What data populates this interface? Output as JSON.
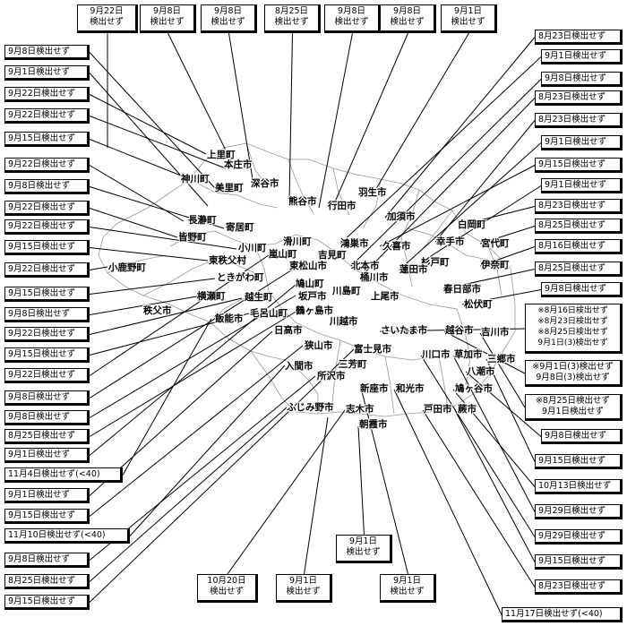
{
  "map": {
    "municipalities": [
      {
        "id": "kamisato",
        "name": "上里町"
      },
      {
        "id": "honjo",
        "name": "本庄市"
      },
      {
        "id": "kamikawa",
        "name": "神川町"
      },
      {
        "id": "misato",
        "name": "美里町"
      },
      {
        "id": "fukaya",
        "name": "深谷市"
      },
      {
        "id": "kumagaya",
        "name": "熊谷市"
      },
      {
        "id": "gyoda",
        "name": "行田市"
      },
      {
        "id": "hanyu",
        "name": "羽生市"
      },
      {
        "id": "kazo",
        "name": "加須市"
      },
      {
        "id": "nagatoro",
        "name": "長瀞町"
      },
      {
        "id": "yorii",
        "name": "寄居町"
      },
      {
        "id": "minano",
        "name": "皆野町"
      },
      {
        "id": "namegawa",
        "name": "滑川町"
      },
      {
        "id": "kounosu",
        "name": "鴻巣市"
      },
      {
        "id": "kuki",
        "name": "久喜市"
      },
      {
        "id": "satte",
        "name": "幸手市"
      },
      {
        "id": "sugito",
        "name": "杉戸町"
      },
      {
        "id": "shiraoka",
        "name": "白岡町"
      },
      {
        "id": "miyashiro",
        "name": "宮代町"
      },
      {
        "id": "ogawa",
        "name": "小川町"
      },
      {
        "id": "ranzan",
        "name": "嵐山町"
      },
      {
        "id": "yoshimi",
        "name": "吉見町"
      },
      {
        "id": "kitamoto",
        "name": "北本市"
      },
      {
        "id": "okegawa",
        "name": "桶川市"
      },
      {
        "id": "hasuda",
        "name": "蓮田市"
      },
      {
        "id": "kasukabe",
        "name": "春日部市"
      },
      {
        "id": "ina",
        "name": "伊奈町"
      },
      {
        "id": "kitachichibu",
        "name": "東秩父村"
      },
      {
        "id": "kohigashi",
        "name": "東松山市"
      },
      {
        "id": "ogano",
        "name": "小鹿野町"
      },
      {
        "id": "tokigawa",
        "name": "ときがわ町"
      },
      {
        "id": "hatoyama",
        "name": "鳩山町"
      },
      {
        "id": "sakado",
        "name": "坂戸市"
      },
      {
        "id": "kawajima",
        "name": "川島町"
      },
      {
        "id": "ageo",
        "name": "上尾市"
      },
      {
        "id": "matsubushi",
        "name": "松伏町"
      },
      {
        "id": "yokoze",
        "name": "横瀬町"
      },
      {
        "id": "ogose",
        "name": "越生町"
      },
      {
        "id": "chichibu",
        "name": "秩父市"
      },
      {
        "id": "moroyama",
        "name": "毛呂山町"
      },
      {
        "id": "tsurugashima",
        "name": "鶴ヶ島市"
      },
      {
        "id": "hanno",
        "name": "飯能市"
      },
      {
        "id": "hidaka",
        "name": "日高市"
      },
      {
        "id": "kawagoe",
        "name": "川越市"
      },
      {
        "id": "saitama",
        "name": "さいたま市"
      },
      {
        "id": "koshigaya",
        "name": "越谷市"
      },
      {
        "id": "yoshikawa",
        "name": "吉川市"
      },
      {
        "id": "sayama",
        "name": "狭山市"
      },
      {
        "id": "fujimi",
        "name": "富士見市"
      },
      {
        "id": "kawaguchi",
        "name": "川口市"
      },
      {
        "id": "soka",
        "name": "草加市"
      },
      {
        "id": "misato2",
        "name": "三郷市"
      },
      {
        "id": "yashio",
        "name": "八潮市"
      },
      {
        "id": "iruma",
        "name": "入間市"
      },
      {
        "id": "miyoshi",
        "name": "三芳町"
      },
      {
        "id": "tokorozawa",
        "name": "所沢市"
      },
      {
        "id": "hatogaya",
        "name": "鳩ヶ谷市"
      },
      {
        "id": "niiza",
        "name": "新座市"
      },
      {
        "id": "wako",
        "name": "和光市"
      },
      {
        "id": "toda",
        "name": "戸田市"
      },
      {
        "id": "warabi",
        "name": "蕨市"
      },
      {
        "id": "fujimino",
        "name": "ふじみ野市"
      },
      {
        "id": "shiki",
        "name": "志木市"
      },
      {
        "id": "asaka",
        "name": "朝霞市"
      }
    ],
    "labels": [
      {
        "id": "t1",
        "lines": [
          "9月22日",
          "検出せず"
        ]
      },
      {
        "id": "t2",
        "lines": [
          "9月8日",
          "検出せず"
        ]
      },
      {
        "id": "t3",
        "lines": [
          "9月8日",
          "検出せず"
        ]
      },
      {
        "id": "t4",
        "lines": [
          "8月25日",
          "検出せず"
        ]
      },
      {
        "id": "t5",
        "lines": [
          "9月8日",
          "検出せず"
        ]
      },
      {
        "id": "t6",
        "lines": [
          "9月8日",
          "検出せず"
        ]
      },
      {
        "id": "t7",
        "lines": [
          "9月1日",
          "検出せず"
        ]
      },
      {
        "id": "l1",
        "lines": [
          "9月8日検出せず"
        ]
      },
      {
        "id": "l2",
        "lines": [
          "9月1日検出せず"
        ]
      },
      {
        "id": "l3",
        "lines": [
          "9月22日検出せず"
        ]
      },
      {
        "id": "l4",
        "lines": [
          "9月22日検出せず"
        ]
      },
      {
        "id": "l5",
        "lines": [
          "9月15日検出せず"
        ]
      },
      {
        "id": "l6",
        "lines": [
          "9月22日検出せず"
        ]
      },
      {
        "id": "l7",
        "lines": [
          "9月8日検出せず"
        ]
      },
      {
        "id": "l8",
        "lines": [
          "9月22日検出せず"
        ]
      },
      {
        "id": "l9",
        "lines": [
          "9月22日検出せず"
        ]
      },
      {
        "id": "l10",
        "lines": [
          "9月15日検出せず"
        ]
      },
      {
        "id": "l11",
        "lines": [
          "9月22日検出せず"
        ]
      },
      {
        "id": "l12",
        "lines": [
          "9月15日検出せず"
        ]
      },
      {
        "id": "l13",
        "lines": [
          "9月8日検出せず"
        ]
      },
      {
        "id": "l14",
        "lines": [
          "9月22日検出せず"
        ]
      },
      {
        "id": "l15",
        "lines": [
          "9月15日検出せず"
        ]
      },
      {
        "id": "l16",
        "lines": [
          "9月22日検出せず"
        ]
      },
      {
        "id": "l17",
        "lines": [
          "9月8日検出せず"
        ]
      },
      {
        "id": "l18",
        "lines": [
          "9月8日検出せず"
        ]
      },
      {
        "id": "l19",
        "lines": [
          "8月25日検出せず"
        ]
      },
      {
        "id": "l20",
        "lines": [
          "9月1日検出せず"
        ]
      },
      {
        "id": "l21",
        "lines": [
          "11月4日検出せず(<40)"
        ]
      },
      {
        "id": "l22",
        "lines": [
          "9月1日検出せず"
        ]
      },
      {
        "id": "l23",
        "lines": [
          "9月15日検出せず"
        ]
      },
      {
        "id": "l24",
        "lines": [
          "11月10日検出せず(<40)"
        ]
      },
      {
        "id": "l25",
        "lines": [
          "9月8日検出せず"
        ]
      },
      {
        "id": "l26",
        "lines": [
          "8月25日検出せず"
        ]
      },
      {
        "id": "l27",
        "lines": [
          "9月15日検出せず"
        ]
      },
      {
        "id": "r1",
        "lines": [
          "8月23日検出せず"
        ]
      },
      {
        "id": "r2",
        "lines": [
          "9月1日検出せず"
        ]
      },
      {
        "id": "r3",
        "lines": [
          "9月8日検出せず"
        ]
      },
      {
        "id": "r4",
        "lines": [
          "8月23日検出せず"
        ]
      },
      {
        "id": "r5",
        "lines": [
          "8月23日検出せず"
        ]
      },
      {
        "id": "r6",
        "lines": [
          "9月1日検出せず"
        ]
      },
      {
        "id": "r7",
        "lines": [
          "9月15日検出せず"
        ]
      },
      {
        "id": "r8",
        "lines": [
          "9月1日検出せず"
        ]
      },
      {
        "id": "r9",
        "lines": [
          "8月23日検出せず"
        ]
      },
      {
        "id": "r10",
        "lines": [
          "8月25日検出せず"
        ]
      },
      {
        "id": "r11",
        "lines": [
          "8月16日検出せず"
        ]
      },
      {
        "id": "r12",
        "lines": [
          "8月25日検出せず"
        ]
      },
      {
        "id": "r13",
        "lines": [
          "9月8日検出せず"
        ]
      },
      {
        "id": "r14",
        "lines": [
          "※8月16日検出せず",
          "※8月23日検出せず",
          "※8月25日検出せず",
          "9月1日(3)検出せず"
        ]
      },
      {
        "id": "r15",
        "lines": [
          "※9月1日(3)検出せず",
          "9月8日(3)検出せず"
        ]
      },
      {
        "id": "r16",
        "lines": [
          "※8月25日検出せず",
          "9月1日検出せず"
        ]
      },
      {
        "id": "r17",
        "lines": [
          "9月8日検出せず"
        ]
      },
      {
        "id": "r18",
        "lines": [
          "9月15日検出せず"
        ]
      },
      {
        "id": "r19",
        "lines": [
          "10月13日検出せず"
        ]
      },
      {
        "id": "r20",
        "lines": [
          "9月29日検出せず"
        ]
      },
      {
        "id": "r21",
        "lines": [
          "9月29日検出せず"
        ]
      },
      {
        "id": "r22",
        "lines": [
          "9月15日検出せず"
        ]
      },
      {
        "id": "r23",
        "lines": [
          "8月23日検出せず"
        ]
      },
      {
        "id": "r24",
        "lines": [
          "11月17日検出せず(<40)"
        ]
      },
      {
        "id": "b1",
        "lines": [
          "9月1日",
          "検出せず"
        ]
      },
      {
        "id": "b2",
        "lines": [
          "10月20日",
          "検出せず"
        ]
      },
      {
        "id": "b3",
        "lines": [
          "9月1日",
          "検出せず"
        ]
      },
      {
        "id": "b4",
        "lines": [
          "9月1日",
          "検出せず"
        ]
      }
    ]
  }
}
